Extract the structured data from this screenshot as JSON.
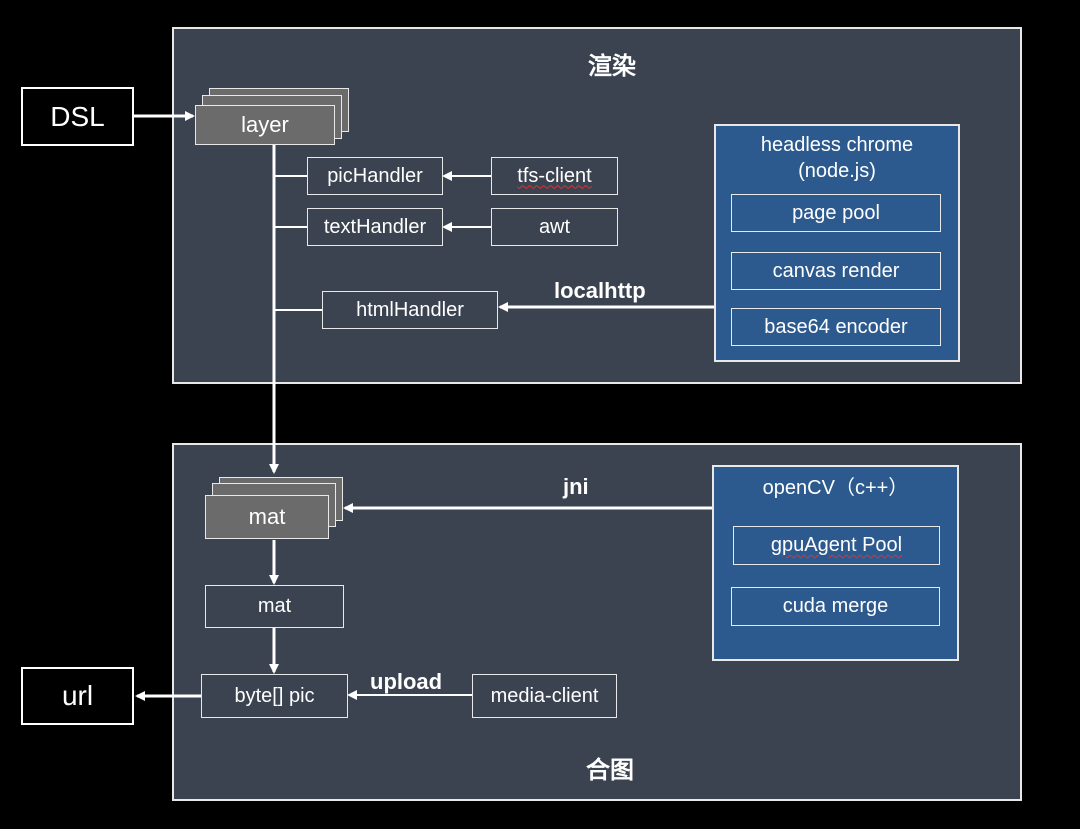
{
  "render_panel": {
    "title": "渲染"
  },
  "compose_panel": {
    "title": "合图"
  },
  "external": {
    "dsl": "DSL",
    "url": "url"
  },
  "render": {
    "layer": "layer",
    "pic_handler": "picHandler",
    "text_handler": "textHandler",
    "html_handler": "htmlHandler",
    "tfs_client": "tfs-client",
    "awt": "awt",
    "localhttp": "localhttp",
    "chrome": {
      "title": "headless chrome\n(node.js)",
      "items": [
        "page pool",
        "canvas render",
        "base64 encoder"
      ]
    }
  },
  "compose": {
    "mat_stack": "mat",
    "mat": "mat",
    "byte_pic": "byte[] pic",
    "media_client": "media-client",
    "upload": "upload",
    "jni": "jni",
    "opencv": {
      "title": "openCV（c++）",
      "items": [
        "gpuAgent Pool",
        "cuda merge"
      ]
    }
  },
  "colors": {
    "panel": "#3b4250",
    "blue_panel": "#2d5a8e",
    "stack_box": "#6b6b6b"
  }
}
